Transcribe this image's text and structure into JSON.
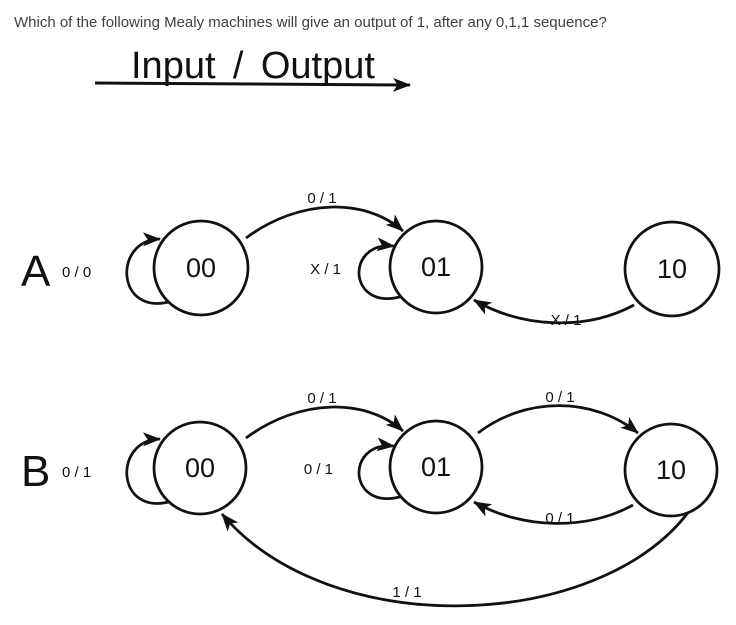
{
  "question": "Which of the following Mealy machines will give an output of 1, after any 0,1,1 sequence?",
  "legend": {
    "label": "Input / Output"
  },
  "colors": {
    "ink": "#111111",
    "question_text": "#3c4043"
  },
  "machines": [
    {
      "label": "A",
      "states": [
        {
          "name": "00"
        },
        {
          "name": "01"
        },
        {
          "name": "10"
        }
      ],
      "transitions": [
        {
          "from": "00",
          "to": "00",
          "label": "0 / 0",
          "shape": "self-loop"
        },
        {
          "from": "00",
          "to": "01",
          "label": "0 / 1",
          "shape": "arc-top"
        },
        {
          "from": "01",
          "to": "01",
          "label": "X / 1",
          "shape": "self-loop"
        },
        {
          "from": "10",
          "to": "01",
          "label": "X / 1",
          "shape": "arc-bottom"
        }
      ]
    },
    {
      "label": "B",
      "states": [
        {
          "name": "00"
        },
        {
          "name": "01"
        },
        {
          "name": "10"
        }
      ],
      "transitions": [
        {
          "from": "00",
          "to": "00",
          "label": "0 / 1",
          "shape": "self-loop"
        },
        {
          "from": "00",
          "to": "01",
          "label": "0 / 1",
          "shape": "arc-top"
        },
        {
          "from": "01",
          "to": "01",
          "label": "0 / 1",
          "shape": "self-loop"
        },
        {
          "from": "01",
          "to": "10",
          "label": "0 / 1",
          "shape": "arc-top"
        },
        {
          "from": "10",
          "to": "01",
          "label": "0 / 1",
          "shape": "arc-bottom"
        },
        {
          "from": "10",
          "to": "00",
          "label": "1 / 1",
          "shape": "arc-bottom-long"
        }
      ]
    }
  ]
}
